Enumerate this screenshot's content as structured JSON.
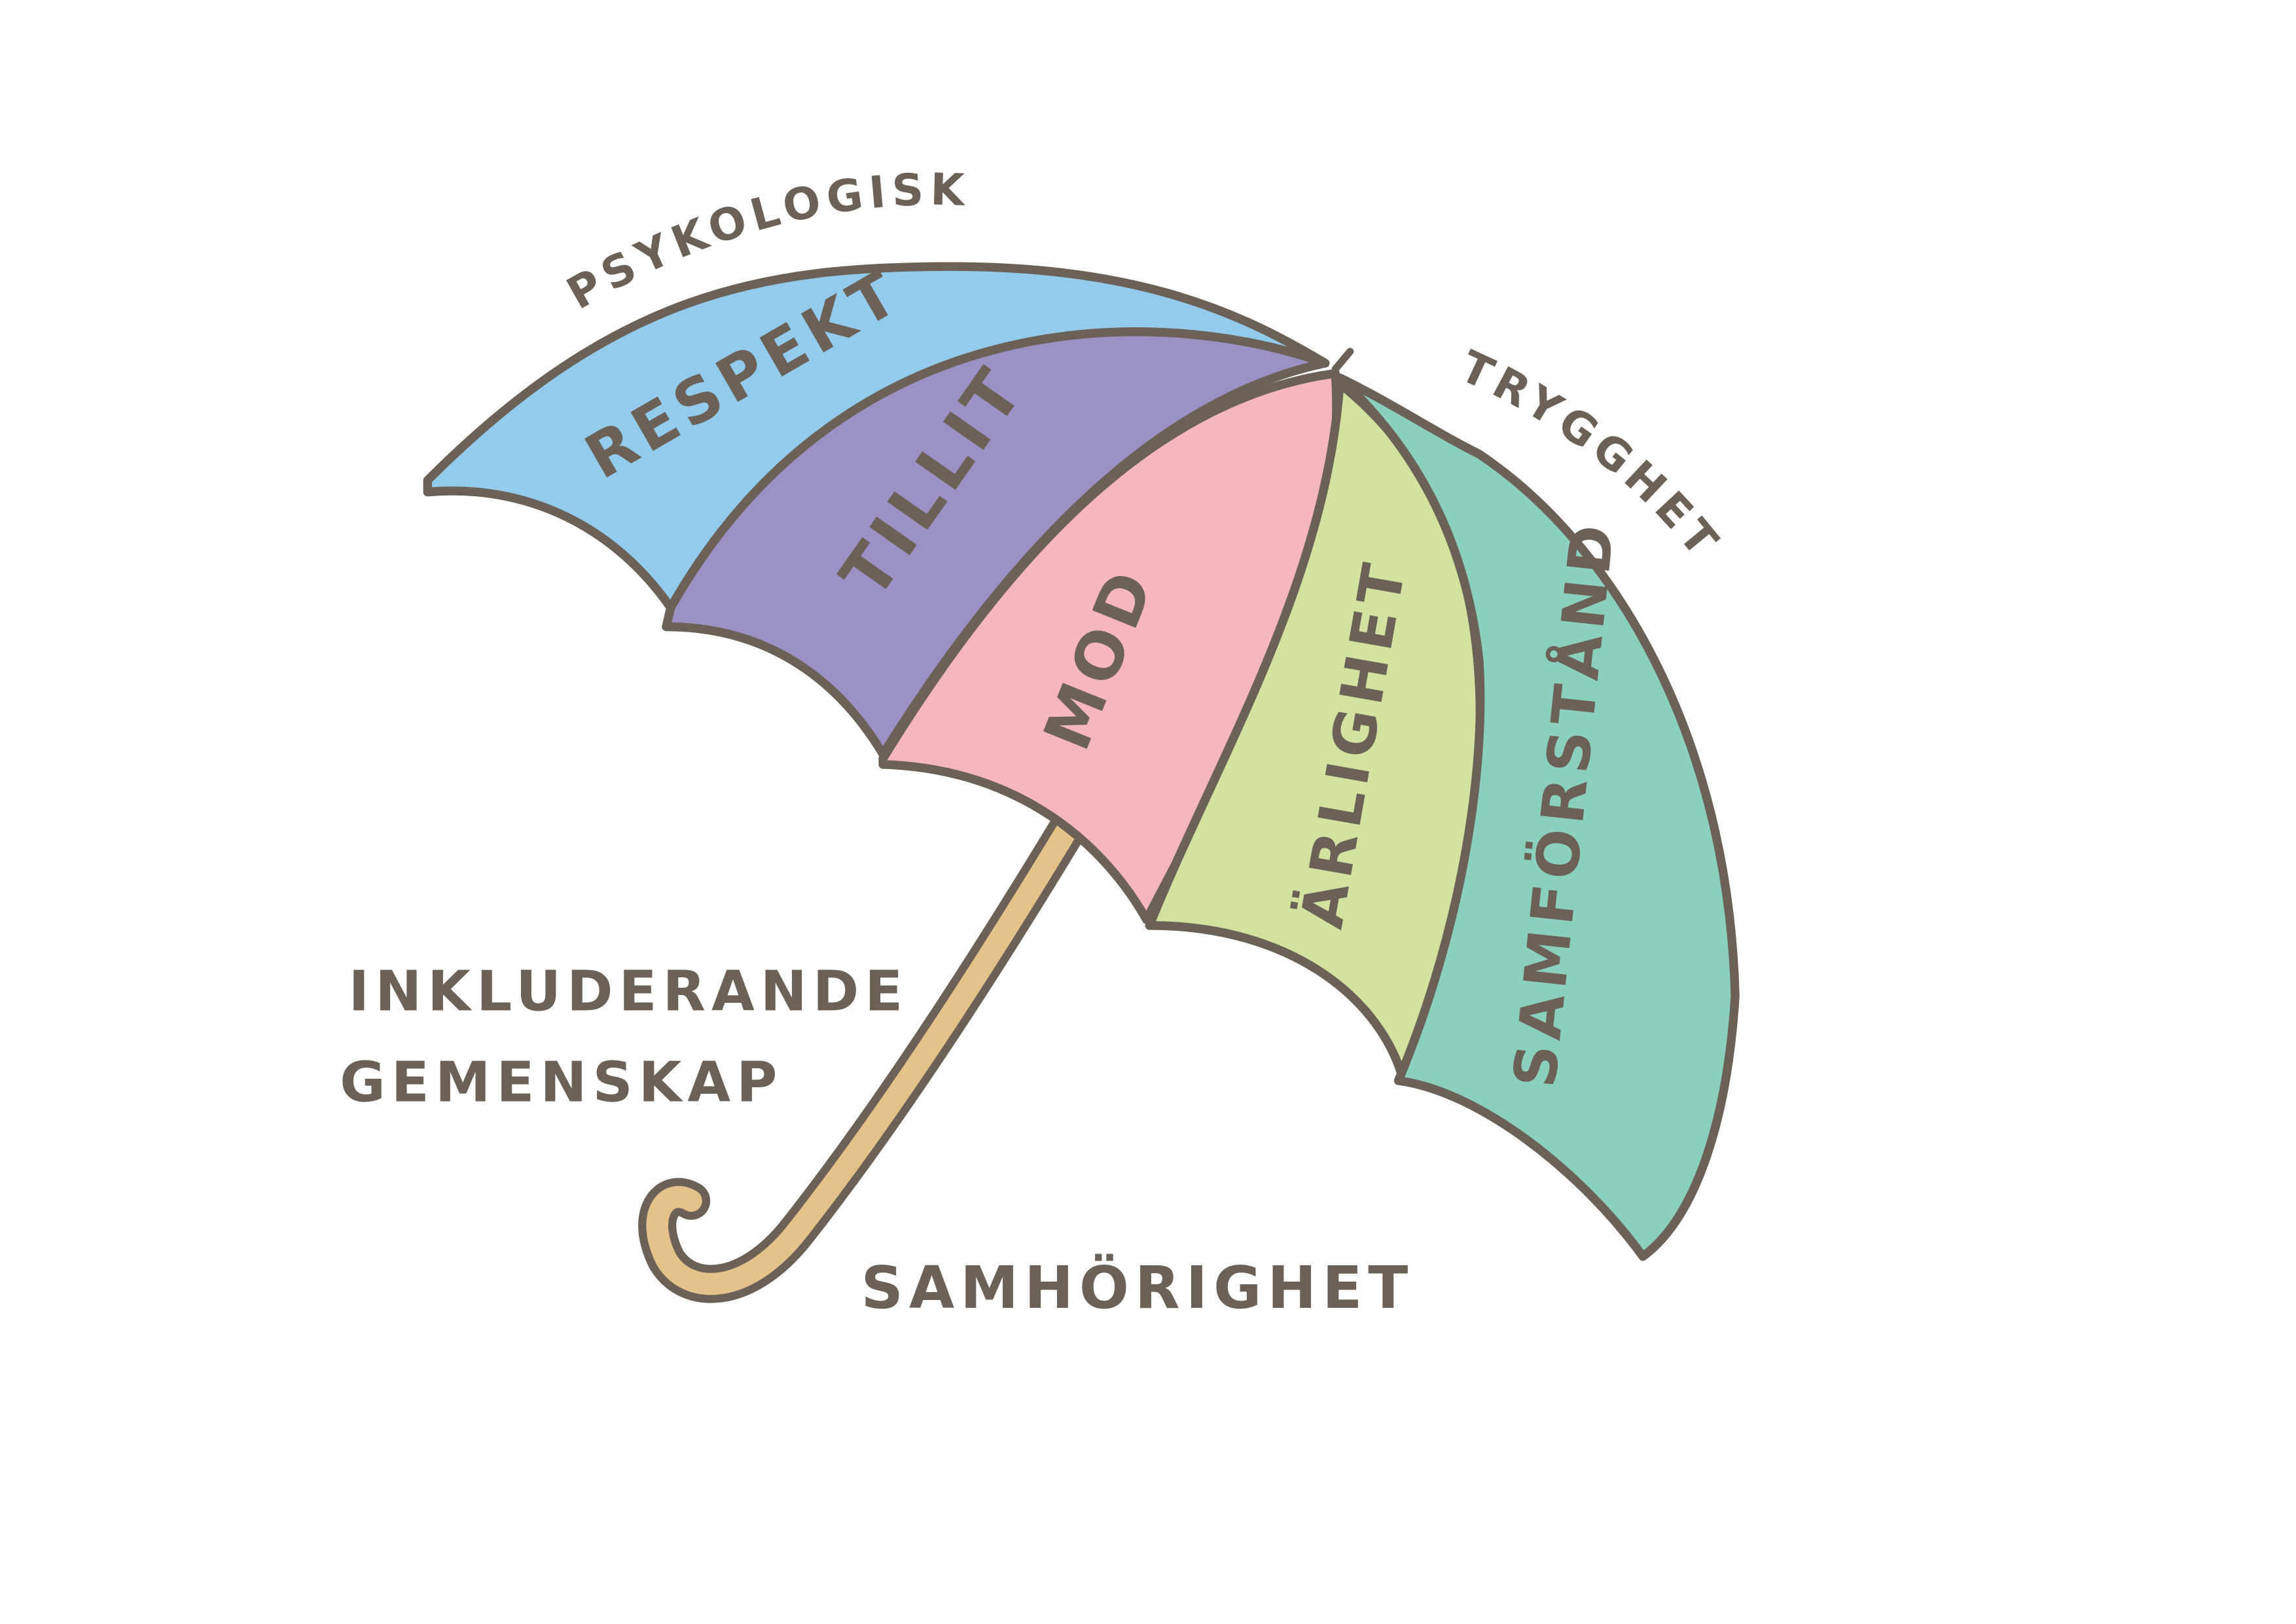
{
  "title": {
    "line1": "PSYKOLOGISK",
    "line2": "TRYGGHET"
  },
  "segments": [
    {
      "label": "RESPEKT",
      "color": "#93cbed"
    },
    {
      "label": "TILLIT",
      "color": "#9b91c5"
    },
    {
      "label": "MOD",
      "color": "#f6b6bd"
    },
    {
      "label": "ÄRLIGHET",
      "color": "#d1e39f"
    },
    {
      "label": "SAMFÖRSTÅND",
      "color": "#8bd0bf"
    }
  ],
  "left_label": {
    "line1": "INKLUDERANDE",
    "line2": "GEMENSKAP"
  },
  "handle_label": "SAMHÖRIGHET",
  "colors": {
    "outline": "#6b6156",
    "handle": "#e5c28a"
  }
}
